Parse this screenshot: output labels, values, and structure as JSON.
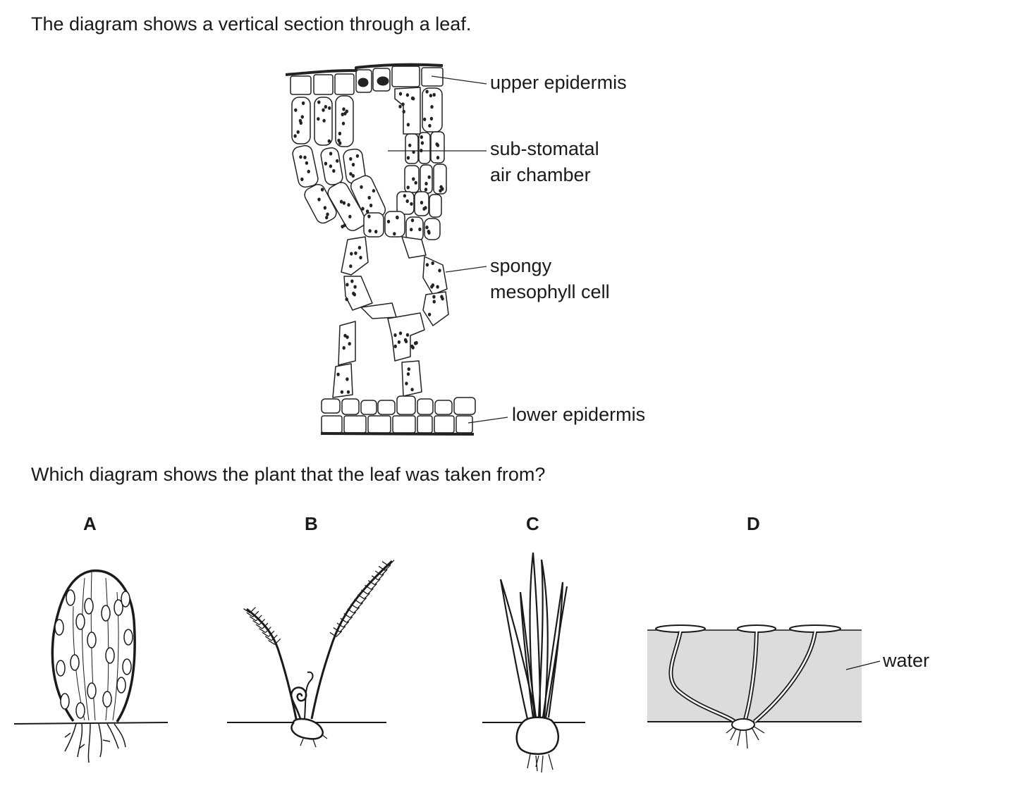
{
  "question": {
    "intro": "The diagram shows a vertical section through a leaf.",
    "prompt": "Which diagram shows the plant that the leaf was taken from?"
  },
  "leaf_section": {
    "labels": {
      "upper": "upper epidermis",
      "chamber_1": "sub-stomatal",
      "chamber_2": "air chamber",
      "spongy_1": "spongy",
      "spongy_2": "mesophyll cell",
      "lower": "lower epidermis"
    }
  },
  "options": [
    {
      "letter": "A",
      "plant": "cactus"
    },
    {
      "letter": "B",
      "plant": "fern"
    },
    {
      "letter": "C",
      "plant": "grass"
    },
    {
      "letter": "D",
      "plant": "water lily",
      "label": "water"
    }
  ]
}
